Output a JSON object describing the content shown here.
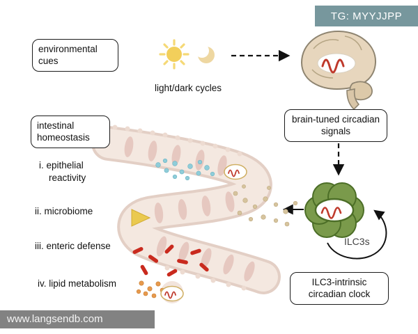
{
  "badge": {
    "label": "TG: MYYJJPP"
  },
  "watermark": {
    "label": "www.langsendb.com"
  },
  "header_boxes": {
    "environmental_cues": {
      "label": "environmental cues"
    },
    "intestinal_homeostasis": {
      "label": "intestinal homeostasis"
    },
    "brain_tuned": {
      "label": "brain-tuned circadian signals"
    },
    "ilc3_intrinsic": {
      "label": "ILC3-intrinsic circadian clock"
    }
  },
  "captions": {
    "light_dark_cycles": "light/dark cycles",
    "ilc3s": "ILC3s"
  },
  "homeostasis_list": {
    "items": [
      {
        "label": "i. epithelial reactivity"
      },
      {
        "label": "ii. microbiome"
      },
      {
        "label": "iii. enteric defense"
      },
      {
        "label": "iv. lipid metabolism"
      }
    ]
  },
  "icons": {
    "sun": "sun-icon",
    "moon": "crescent-moon-icon",
    "brain": "brain-illustration",
    "clock_wave": "circadian-wave-icon",
    "ilc3_cluster": "ilc3-cell-cluster",
    "intestine": "intestine-illustration",
    "yellow_arrow": "yellow-arrow-icon"
  },
  "colors": {
    "wave_red": "#bf3a2c",
    "ilc3_green": "#7a9a4b",
    "sun_yellow": "#f2cf5b",
    "badge_teal": "#688c92",
    "intestine_pink": "#e5c6be",
    "blue_dots": "#8fcdd9",
    "microbe_tan": "#d6c49e",
    "pathogen_red": "#c92a1e",
    "lipid_orange": "#e79a4e"
  }
}
